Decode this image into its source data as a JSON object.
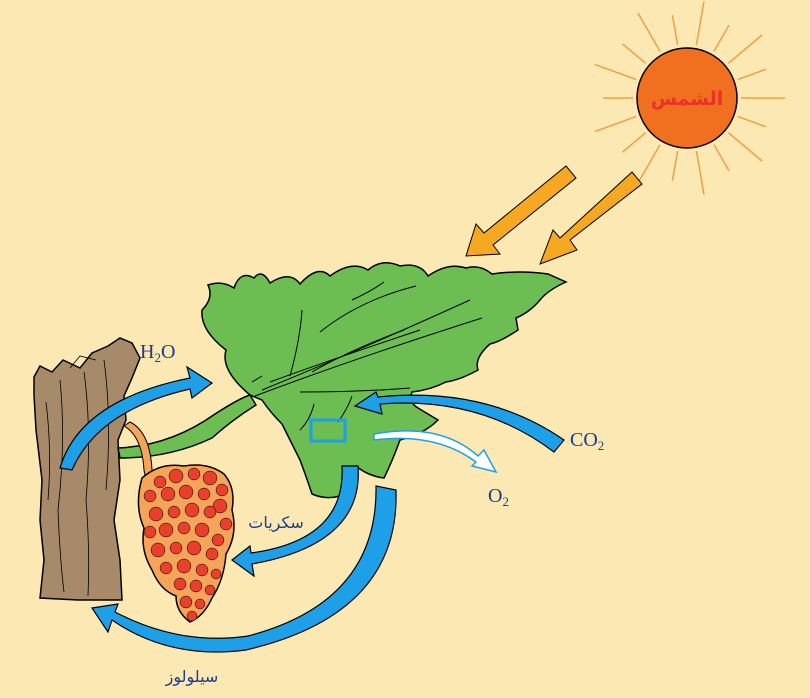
{
  "labels": {
    "sun": "الشمس",
    "water_main": "H",
    "water_sub": "2",
    "water_tail": "O",
    "co2_main": "CO",
    "co2_sub": "2",
    "o2_main": "O",
    "o2_sub": "2",
    "sugars": "سكريات",
    "cellulose": "سيلولوز"
  },
  "colors": {
    "background": "#fce8b2",
    "sun": "#f07020",
    "sun_text": "#e8322a",
    "sun_rays": "#f0a040",
    "light_arrows": "#f7a823",
    "leaf": "#6cbd52",
    "trunk": "#a68a6a",
    "blue_arrows": "#1ea0e8",
    "grape_fill": "#f5a55a",
    "grape_dots": "#e8402a",
    "label_text": "#1a3d8f"
  }
}
